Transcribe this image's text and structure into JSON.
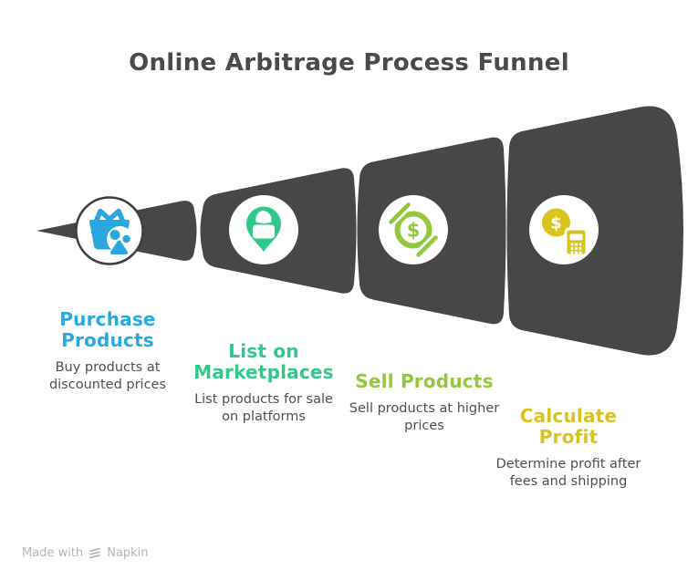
{
  "header": {
    "title": "Online Arbitrage Process Funnel"
  },
  "stages": [
    {
      "title": "Purchase Products",
      "description": "Buy products at discounted prices",
      "icon": "shopping-basket-icon",
      "accent_color": "#29a9e1"
    },
    {
      "title": "List on Marketplaces",
      "description": "List products for sale on platforms",
      "icon": "marketplace-pin-icon",
      "accent_color": "#2fc98c"
    },
    {
      "title": "Sell Products",
      "description": "Sell products at higher prices",
      "icon": "dollar-circle-icon",
      "accent_color": "#93c83e"
    },
    {
      "title": "Calculate Profit",
      "description": "Determine profit after fees and shipping",
      "icon": "profit-calculator-icon",
      "accent_color": "#d9c41f"
    }
  ],
  "symbols": {
    "dollar": "$"
  },
  "colors": {
    "funnel": "#474747",
    "heading": "#4a4a4a",
    "body_text": "#4f4f4f",
    "watermark": "#b5b5b5"
  },
  "watermark": {
    "prefix": "Made with",
    "brand": "Napkin"
  }
}
